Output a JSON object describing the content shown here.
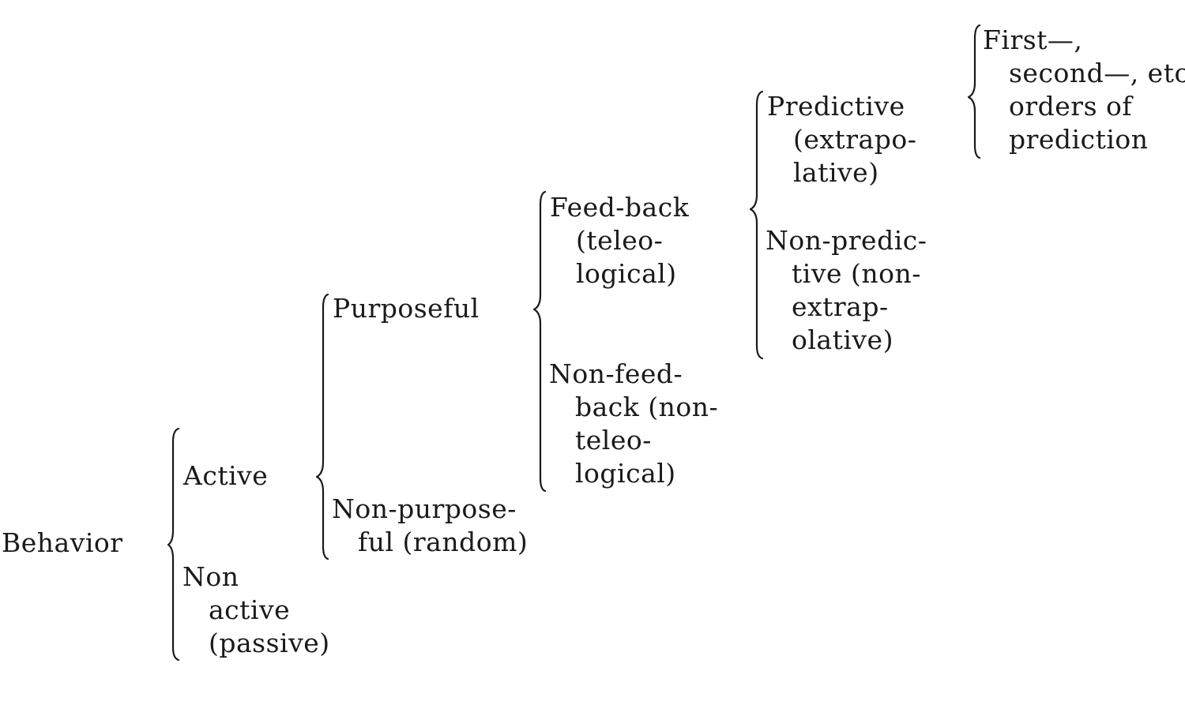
{
  "diagram": {
    "root": {
      "line1": "Behavior"
    },
    "level1": {
      "active": {
        "line1": "Active"
      },
      "non_active": {
        "line1": "Non",
        "line2": "active",
        "line3": "(passive)"
      }
    },
    "level2": {
      "purposeful": {
        "line1": "Purposeful"
      },
      "non_purposeful": {
        "line1": "Non-purpose-",
        "line2": "ful  (random)"
      }
    },
    "level3": {
      "feed_back": {
        "line1": "Feed-back",
        "line2": "(teleo-",
        "line3": "logical)"
      },
      "non_feed_back": {
        "line1": "Non-feed-",
        "line2": "back (non-",
        "line3": "teleo-",
        "line4": "logical)"
      }
    },
    "level4": {
      "predictive": {
        "line1": "Predictive",
        "line2": "(extrapo-",
        "line3": "lative)"
      },
      "non_predictive": {
        "line1": "Non-predic-",
        "line2": "tive (non-",
        "line3": "extrap-",
        "line4": "olative)"
      }
    },
    "level5": {
      "orders": {
        "line1": "First—,",
        "line2": "second—, etc.",
        "line3": "orders of",
        "line4": "prediction"
      }
    }
  }
}
